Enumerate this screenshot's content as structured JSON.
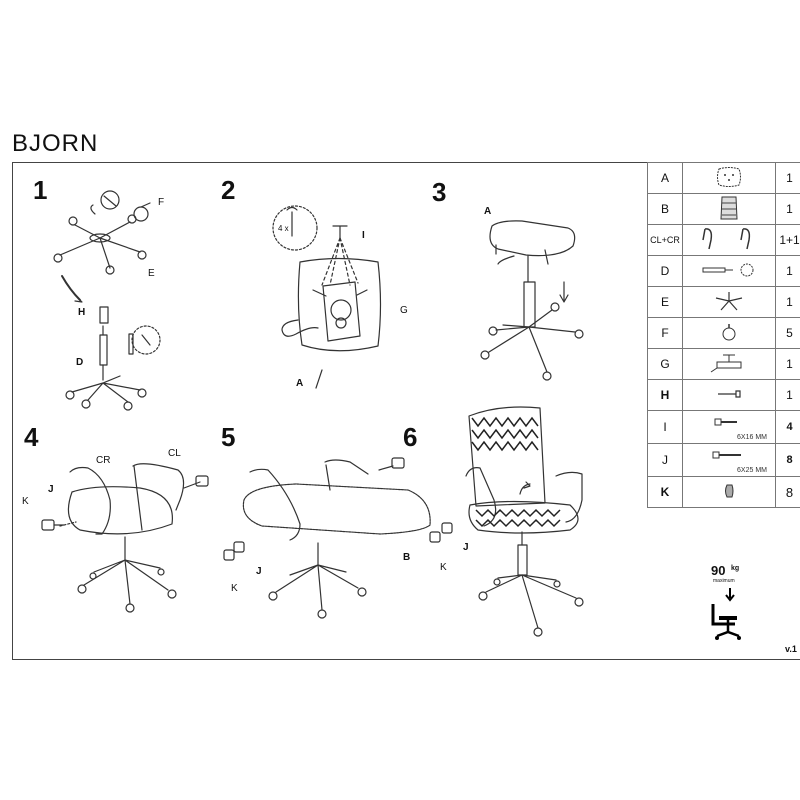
{
  "document": {
    "title": "BJORN",
    "version": "v.1"
  },
  "steps": [
    {
      "number": "1",
      "labels": [
        "F",
        "E",
        "H",
        "D"
      ]
    },
    {
      "number": "2",
      "labels": [
        "4 x",
        "I",
        "G",
        "A"
      ]
    },
    {
      "number": "3",
      "labels": [
        "A"
      ]
    },
    {
      "number": "4",
      "labels": [
        "CR",
        "CL",
        "K",
        "J"
      ]
    },
    {
      "number": "5",
      "labels": [
        "B",
        "J",
        "K"
      ]
    },
    {
      "number": "6",
      "labels": [
        "J",
        "K"
      ]
    }
  ],
  "parts": [
    {
      "letter": "A",
      "icon": "seat-plate-icon",
      "qty": "1"
    },
    {
      "letter": "B",
      "icon": "backrest-icon",
      "qty": "1"
    },
    {
      "letter": "CL+CR",
      "icon": "armrests-icon",
      "qty": "1+1"
    },
    {
      "letter": "D",
      "icon": "gas-lift-icon",
      "qty": "1"
    },
    {
      "letter": "E",
      "icon": "star-base-icon",
      "qty": "1"
    },
    {
      "letter": "F",
      "icon": "caster-icon",
      "qty": "5"
    },
    {
      "letter": "G",
      "icon": "tilt-mechanism-icon",
      "qty": "1"
    },
    {
      "letter": "H",
      "icon": "gas-cover-icon",
      "qty": "1"
    },
    {
      "letter": "I",
      "icon": "short-bolt-icon",
      "spec": "6X16 MM",
      "qty": "4"
    },
    {
      "letter": "J",
      "icon": "long-bolt-icon",
      "spec": "6X25 MM",
      "qty": "8"
    },
    {
      "letter": "K",
      "icon": "allen-key-icon",
      "qty": "8"
    }
  ],
  "weight_limit": {
    "value": "90",
    "unit": "kg",
    "caption": "maximum"
  },
  "colors": {
    "line": "#333333",
    "mesh": "#222222"
  }
}
